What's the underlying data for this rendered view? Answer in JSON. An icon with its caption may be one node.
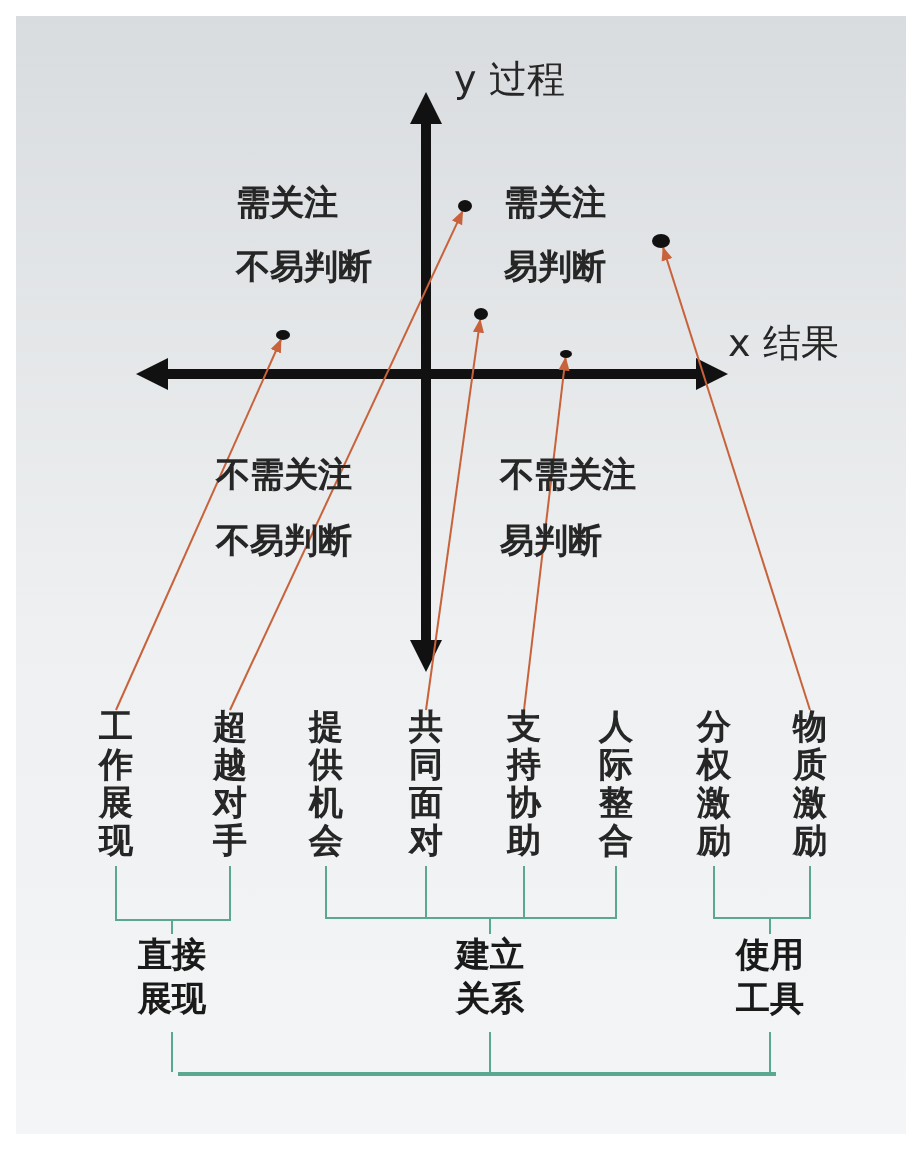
{
  "diagram": {
    "nodes": [
      {
        "text": [],
        "shape": "circle"
      },
      {
        "text": [],
        "shape": "circle"
      },
      {
        "text": [],
        "shape": "circle"
      },
      {
        "text": [],
        "shape": "circle"
      },
      {
        "text": [],
        "shape": "circle"
      },
      {
        "text": [
          "工作展现"
        ]
      },
      {
        "text": [
          "超越对手"
        ]
      },
      {
        "text": [
          "提供机会"
        ]
      },
      {
        "text": [
          "共同面对"
        ]
      },
      {
        "text": [
          "支持协助"
        ]
      },
      {
        "text": [
          "人际整合"
        ]
      },
      {
        "text": [
          "分权激励"
        ]
      },
      {
        "text": [
          "物质激励"
        ]
      },
      {
        "text": [
          "直接展现"
        ]
      },
      {
        "text": [
          "建立关系"
        ]
      },
      {
        "text": [
          "使用工具"
        ]
      },
      {
        "text": [],
        "shape": "bar"
      }
    ],
    "edges": [
      {
        "from": 5,
        "to": 0,
        "arrow": "to",
        "color": "#c8623a"
      },
      {
        "from": 6,
        "to": 1,
        "arrow": "to",
        "color": "#c8623a"
      },
      {
        "from": 8,
        "to": 2,
        "arrow": "to",
        "color": "#c8623a"
      },
      {
        "from": 9,
        "to": 3,
        "arrow": "to",
        "color": "#c8623a"
      },
      {
        "from": 12,
        "to": 4,
        "arrow": "to",
        "color": "#c8623a"
      },
      {
        "from": 5,
        "to": 13,
        "arrow": "none"
      },
      {
        "from": 6,
        "to": 13,
        "arrow": "none"
      },
      {
        "from": 7,
        "to": 14,
        "arrow": "none"
      },
      {
        "from": 8,
        "to": 14,
        "arrow": "none"
      },
      {
        "from": 9,
        "to": 14,
        "arrow": "none"
      },
      {
        "from": 10,
        "to": 14,
        "arrow": "none"
      },
      {
        "from": 11,
        "to": 15,
        "arrow": "none"
      },
      {
        "from": 12,
        "to": 15,
        "arrow": "none"
      },
      {
        "from": 13,
        "to": 16,
        "arrow": "none"
      },
      {
        "from": 14,
        "to": 16,
        "arrow": "none"
      },
      {
        "from": 15,
        "to": 16,
        "arrow": "none"
      }
    ],
    "labels": [
      "y 过程",
      "需关注",
      "需关注",
      "不易判断",
      "易判断",
      "x 结果",
      "不需关注",
      "不需关注",
      "不易判断",
      "易判断"
    ]
  }
}
